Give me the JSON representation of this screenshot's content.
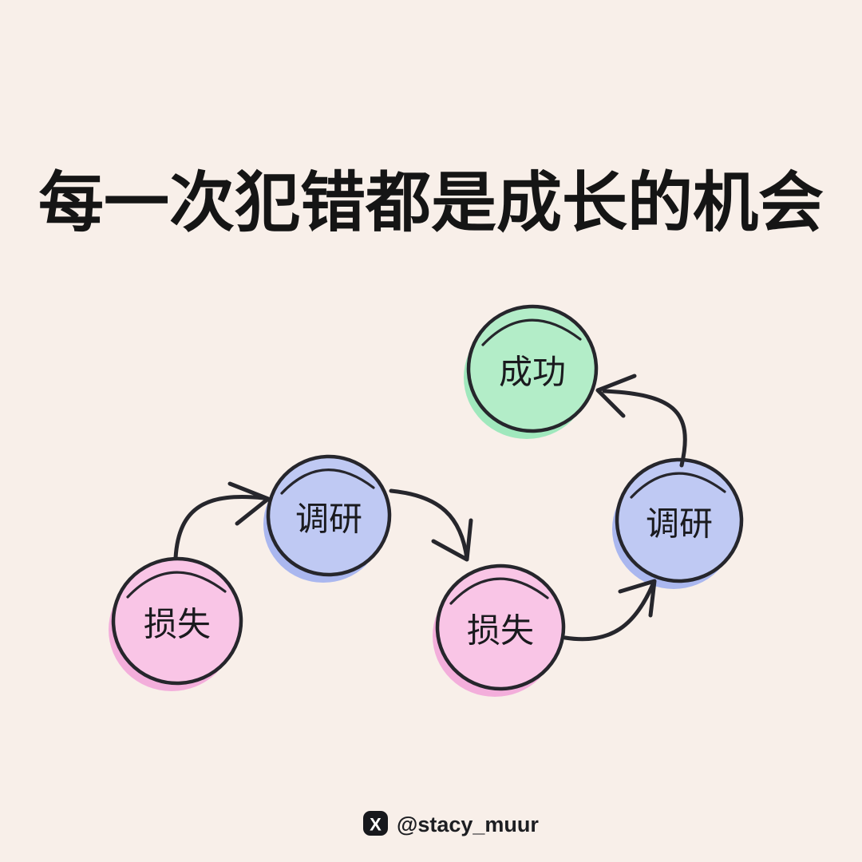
{
  "title": {
    "text": "每一次犯错都是成长的机会"
  },
  "colors": {
    "background": "#f8efe9",
    "ink": "#26262c",
    "title_color": "#151515",
    "label_color": "#1a1a1e",
    "pink_fill": "#f9c5e6",
    "pink_shadow": "#f3aedb",
    "blue_fill": "#bfc9f3",
    "blue_shadow": "#aab7ef",
    "green_fill": "#b3edc8",
    "green_shadow": "#a0e8bd",
    "logo_bg": "#17181c",
    "logo_fg": "#ffffff",
    "footer_color": "#1d1e22"
  },
  "diagram": {
    "nodes": [
      {
        "id": "loss-1",
        "label": "损失",
        "color_key": "pink"
      },
      {
        "id": "research-1",
        "label": "调研",
        "color_key": "blue"
      },
      {
        "id": "loss-2",
        "label": "损失",
        "color_key": "pink"
      },
      {
        "id": "research-2",
        "label": "调研",
        "color_key": "blue"
      },
      {
        "id": "success",
        "label": "成功",
        "color_key": "green"
      }
    ],
    "edges": [
      {
        "from": "loss-1",
        "to": "research-1"
      },
      {
        "from": "research-1",
        "to": "loss-2"
      },
      {
        "from": "loss-2",
        "to": "research-2"
      },
      {
        "from": "research-2",
        "to": "success"
      }
    ]
  },
  "footer": {
    "icon": "x-logo",
    "icon_glyph": "X",
    "handle": "@stacy_muur"
  }
}
